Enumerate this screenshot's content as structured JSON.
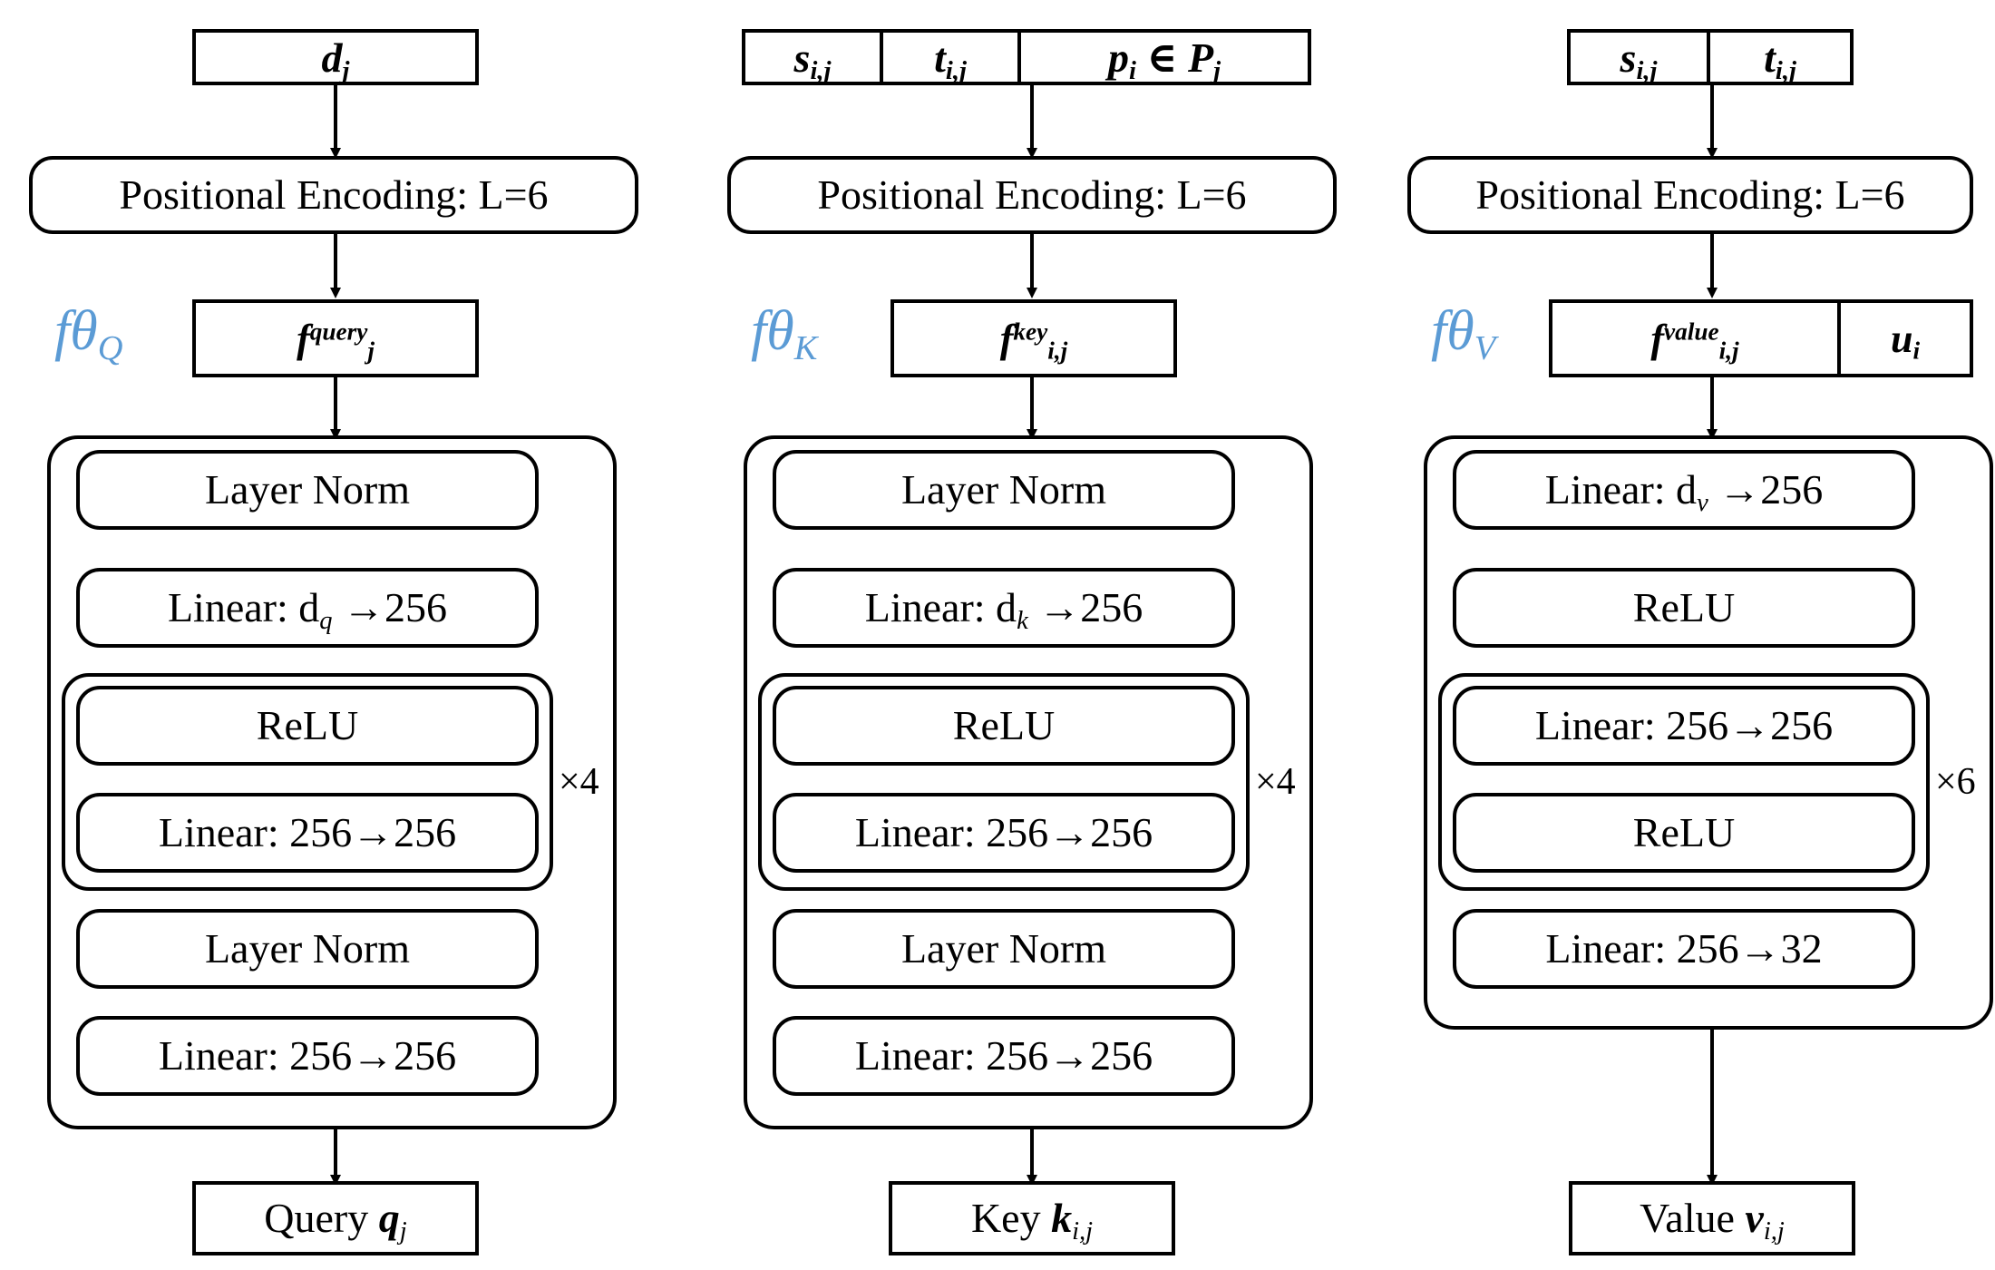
{
  "figure": {
    "title": "Query / Key / Value encoder network architecture",
    "accent_color": "#5b9bd5",
    "line_color": "#000000",
    "background": "#ffffff"
  },
  "columns": [
    {
      "id": "query",
      "theta_label": "fθ",
      "theta_sub": "Q",
      "input_tokens": [
        {
          "base": "d",
          "sub": "j"
        }
      ],
      "positional_encoding": "Positional Encoding: L=6",
      "feature_tokens": [
        {
          "base": "f",
          "sup": "query",
          "sub": "j"
        }
      ],
      "layers": [
        {
          "kind": "single",
          "label": "Layer Norm"
        },
        {
          "kind": "single",
          "label": "Linear: d",
          "sub": "q",
          "suffix": " →256"
        },
        {
          "kind": "group",
          "repeat": "×4",
          "items": [
            {
              "label": "ReLU"
            },
            {
              "label": "Linear: 256→256"
            }
          ]
        },
        {
          "kind": "single",
          "label": "Layer Norm"
        },
        {
          "kind": "single",
          "label": "Linear: 256→256"
        }
      ],
      "output": {
        "prefix": "Query ",
        "base": "q",
        "sub": "j"
      }
    },
    {
      "id": "key",
      "theta_label": "fθ",
      "theta_sub": "K",
      "input_tokens": [
        {
          "base": "s",
          "sub": "i,j"
        },
        {
          "base": "t",
          "sub": "i,j"
        },
        {
          "base": "p",
          "sub": "i",
          "extra": " ∈ P",
          "extra_sub": "j"
        }
      ],
      "positional_encoding": "Positional Encoding: L=6",
      "feature_tokens": [
        {
          "base": "f",
          "sup": "key",
          "sub": "i,j"
        }
      ],
      "layers": [
        {
          "kind": "single",
          "label": "Layer Norm"
        },
        {
          "kind": "single",
          "label": "Linear: d",
          "sub": "k",
          "suffix": " →256"
        },
        {
          "kind": "group",
          "repeat": "×4",
          "items": [
            {
              "label": "ReLU"
            },
            {
              "label": "Linear: 256→256"
            }
          ]
        },
        {
          "kind": "single",
          "label": "Layer Norm"
        },
        {
          "kind": "single",
          "label": "Linear: 256→256"
        }
      ],
      "output": {
        "prefix": "Key ",
        "base": "k",
        "sub": "i,j"
      }
    },
    {
      "id": "value",
      "theta_label": "fθ",
      "theta_sub": "V",
      "input_tokens": [
        {
          "base": "s",
          "sub": "i,j"
        },
        {
          "base": "t",
          "sub": "i,j"
        }
      ],
      "positional_encoding": "Positional Encoding: L=6",
      "feature_tokens": [
        {
          "base": "f",
          "sup": "value",
          "sub": "i,j"
        },
        {
          "base": "u",
          "sub": "i"
        }
      ],
      "layers": [
        {
          "kind": "single",
          "label": "Linear: d",
          "sub": "v",
          "suffix": " →256"
        },
        {
          "kind": "single",
          "label": "ReLU"
        },
        {
          "kind": "group",
          "repeat": "×6",
          "items": [
            {
              "label": "Linear: 256→256"
            },
            {
              "label": "ReLU"
            }
          ]
        },
        {
          "kind": "single",
          "label": "Linear: 256→32"
        }
      ],
      "output": {
        "prefix": "Value ",
        "base": "v",
        "sub": "i,j"
      }
    }
  ],
  "text": {
    "pe": "Positional Encoding: L=6",
    "layer_norm": "Layer Norm",
    "relu": "ReLU",
    "lin_256_256": "Linear: 256→256",
    "lin_256_32": "Linear: 256→32",
    "rep4": "×4",
    "rep6": "×6",
    "arrow": "→",
    "in_set": "∈"
  }
}
